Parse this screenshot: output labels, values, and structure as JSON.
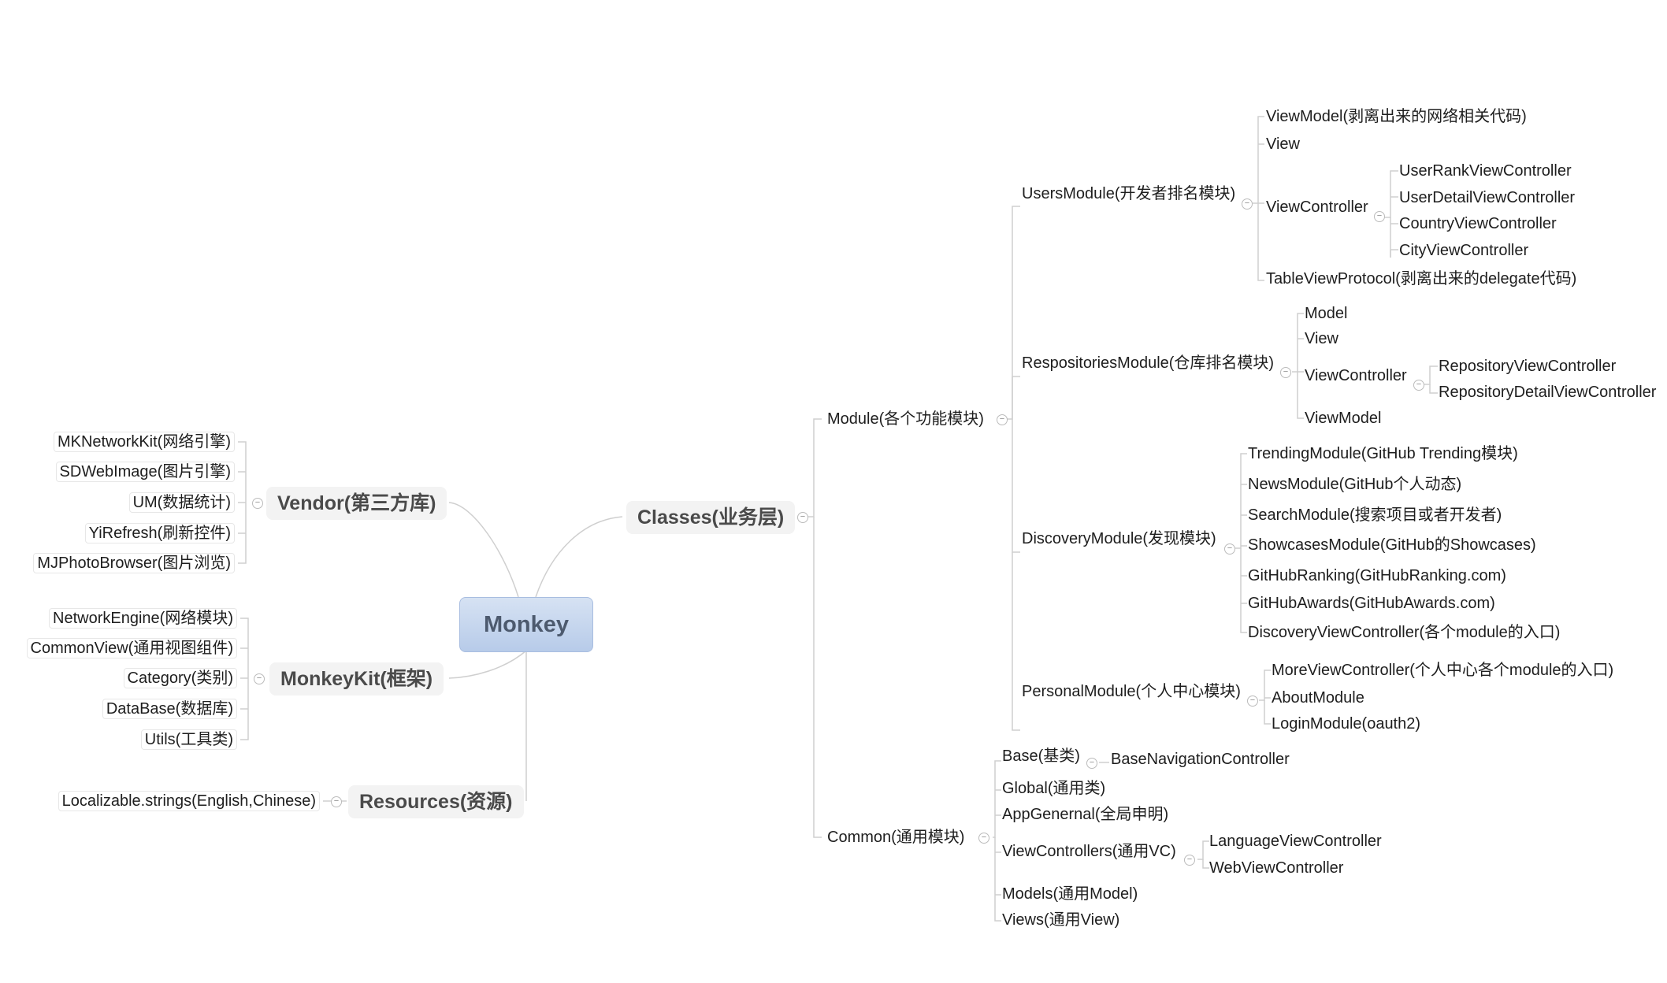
{
  "root": "Monkey",
  "classes": {
    "label": "Classes(业务层)",
    "module": {
      "label": "Module(各个功能模块)",
      "users": {
        "label": "UsersModule(开发者排名模块)",
        "items": [
          "ViewModel(剥离出来的网络相关代码)",
          "View",
          "ViewController",
          "TableViewProtocol(剥离出来的delegate代码)"
        ],
        "vc": [
          "UserRankViewController",
          "UserDetailViewController",
          "CountryViewController",
          "CityViewController"
        ]
      },
      "repos": {
        "label": "RespositoriesModule(仓库排名模块)",
        "items": [
          "Model",
          "View",
          "ViewController",
          "ViewModel"
        ],
        "vc": [
          "RepositoryViewController",
          "RepositoryDetailViewController"
        ]
      },
      "discovery": {
        "label": "DiscoveryModule(发现模块)",
        "items": [
          "TrendingModule(GitHub Trending模块)",
          "NewsModule(GitHub个人动态)",
          "SearchModule(搜索项目或者开发者)",
          "ShowcasesModule(GitHub的Showcases)",
          "GitHubRanking(GitHubRanking.com)",
          "GitHubAwards(GitHubAwards.com)",
          "DiscoveryViewController(各个module的入口)"
        ]
      },
      "personal": {
        "label": "PersonalModule(个人中心模块)",
        "items": [
          "MoreViewController(个人中心各个module的入口)",
          "AboutModule",
          "LoginModule(oauth2)"
        ]
      }
    },
    "common": {
      "label": "Common(通用模块)",
      "base": "Base(基类)",
      "base_child": "BaseNavigationController",
      "global": "Global(通用类)",
      "appgeneral": "AppGenernal(全局申明)",
      "vcs": "ViewControllers(通用VC)",
      "vcs_children": [
        "LanguageViewController",
        "WebViewController"
      ],
      "models": "Models(通用Model)",
      "views": "Views(通用View)"
    }
  },
  "vendor": {
    "label": "Vendor(第三方库)",
    "items": [
      "MKNetworkKit(网络引擎)",
      "SDWebImage(图片引擎)",
      "UM(数据统计)",
      "YiRefresh(刷新控件)",
      "MJPhotoBrowser(图片浏览)"
    ]
  },
  "monkeykit": {
    "label": "MonkeyKit(框架)",
    "items": [
      "NetworkEngine(网络模块)",
      "CommonView(通用视图组件)",
      "Category(类别)",
      "DataBase(数据库)",
      "Utils(工具类)"
    ]
  },
  "resources": {
    "label": "Resources(资源)",
    "items": [
      "Localizable.strings(English,Chinese)"
    ]
  }
}
